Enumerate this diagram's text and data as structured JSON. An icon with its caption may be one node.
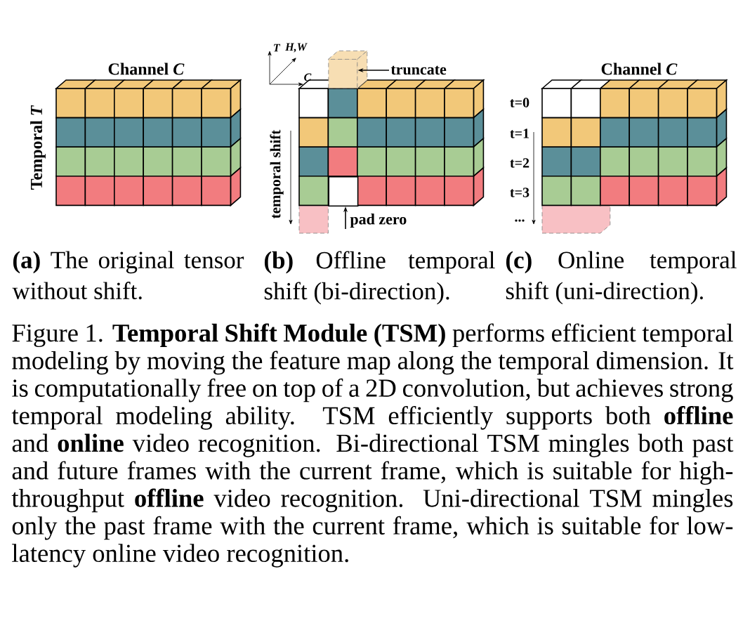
{
  "diagram": {
    "caption": "Figure 1. **Temporal Shift Module (TSM)** performs efficient temporal modeling by moving the feature map along the temporal dimension. It is computationally free on top of a 2D convolution, but achieves strong temporal modeling ability. TSM efficiently supports both **offline** and **online** video recognition. Bi-directional TSM mingles both past and future frames with the current frame, which is suitable for high-throughput **offline** video recognition. Uni-directional TSM mingles only the past frame with the current frame, which is suitable for low-latency online video recognition.",
    "nodes": [
      {
        "text": [
          "truncate"
        ]
      },
      {
        "text": [],
        "shape": "box"
      },
      {
        "text": [
          "pad zero"
        ]
      },
      {
        "text": [],
        "shape": "box"
      }
    ],
    "edges": [
      {
        "from": 0,
        "to": 1,
        "arrow": "to"
      },
      {
        "from": 2,
        "to": 3,
        "arrow": "to"
      }
    ],
    "labels": [
      "Channel *C*",
      "Temporal *T*",
      "*T*",
      "*H,W*",
      "*C*",
      "temporal shift",
      "Channel *C*",
      "t=0",
      "t=1",
      "t=2",
      "t=3",
      "...",
      "**(a)** The original tensor without shift.",
      "**(b)** Offline temporal shift (bi-direction).",
      "**(c)** Online temporal shift (uni-direction)."
    ]
  }
}
